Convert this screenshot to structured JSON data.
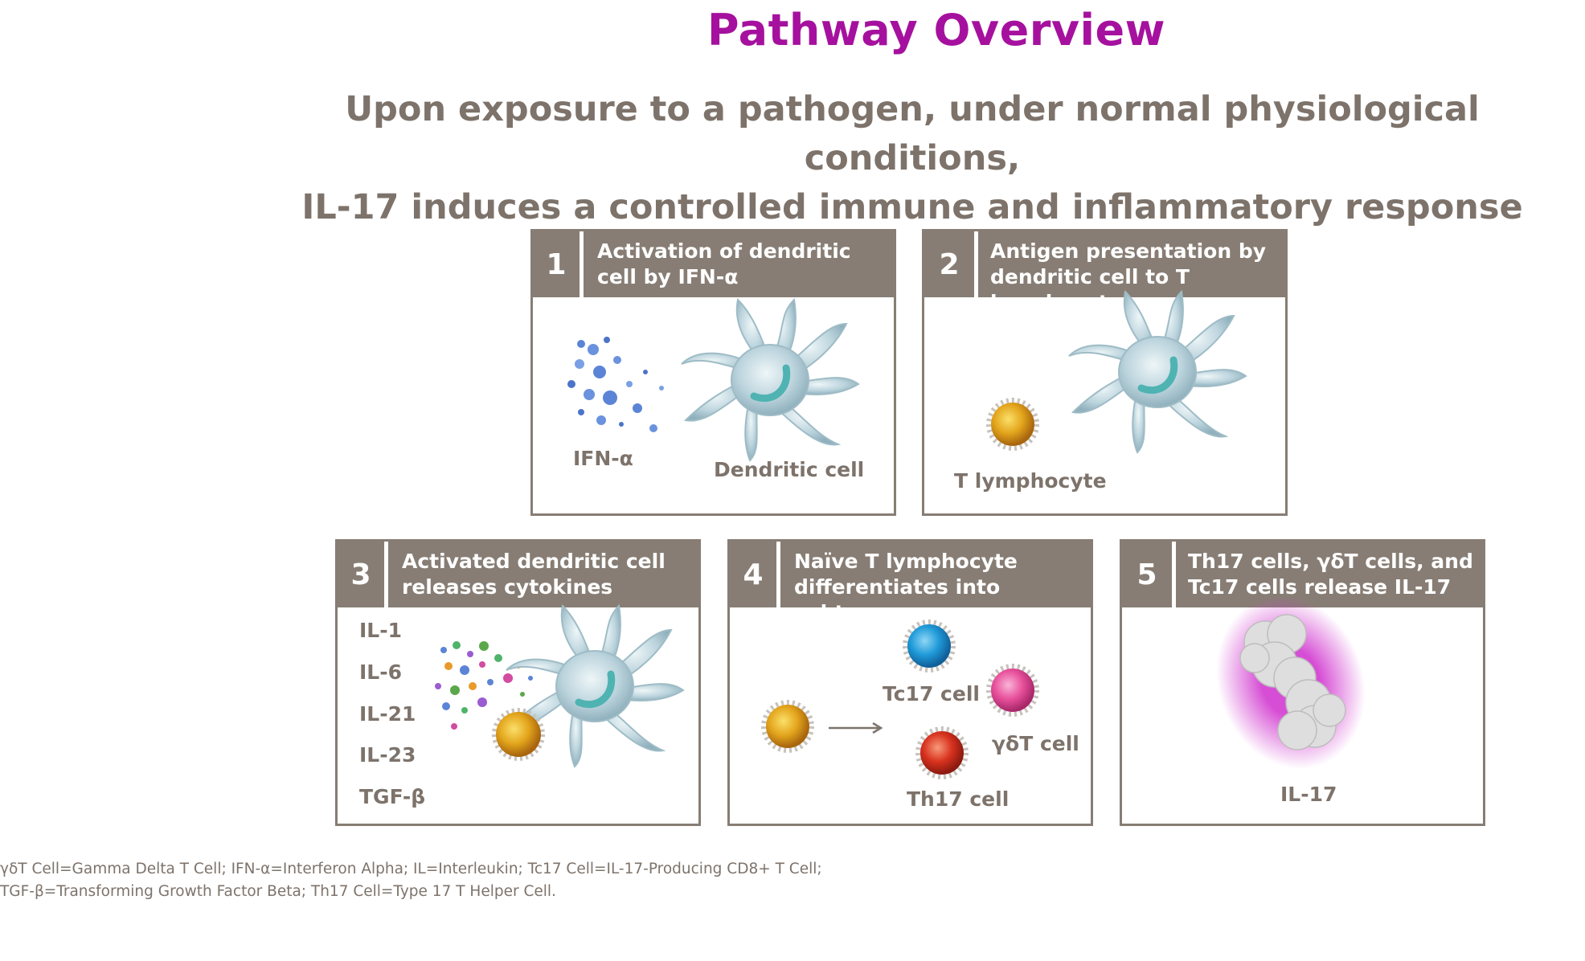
{
  "header": {
    "title": "Pathway Overview",
    "subtitle_line1": "Upon exposure to a pathogen, under normal physiological conditions,",
    "subtitle_line2": "IL-17 induces a controlled immune and inflammatory response"
  },
  "panels": [
    {
      "number": "1",
      "title": "Activation of dendritic\ncell by IFN-α",
      "labels": [
        "IFN-α",
        "Dendritic cell"
      ]
    },
    {
      "number": "2",
      "title": "Antigen presentation by\ndendritic cell to T lymphocyte",
      "labels": [
        "T lymphocyte"
      ]
    },
    {
      "number": "3",
      "title": "Activated dendritic cell\nreleases cytokines",
      "labels": [
        "IL-1",
        "IL-6",
        "IL-21",
        "IL-23",
        "TGF-β"
      ]
    },
    {
      "number": "4",
      "title": "Naïve T lymphocyte\ndifferentiates into subtype",
      "labels": [
        "Tc17 cell",
        "γδT cell",
        "Th17 cell"
      ]
    },
    {
      "number": "5",
      "title": "Th17 cells, γδT cells, and\nTc17 cells release IL-17",
      "labels": [
        "IL-17"
      ]
    }
  ],
  "footnote": {
    "line1": "γδT Cell=Gamma Delta T Cell; IFN-α=Interferon Alpha; IL=Interleukin; Tc17 Cell=IL-17-Producing CD8+ T Cell;",
    "line2": "TGF-β=Transforming Growth Factor Beta; Th17 Cell=Type 17 T Helper Cell."
  },
  "colors": {
    "title": "#a5119e",
    "text": "#7d736b",
    "panel_header": "#877d74",
    "dendritic_cell": "#b9d3dc",
    "t_lymphocyte": "#e3a51c",
    "tc17_cell": "#1f9ad8",
    "gd_t_cell": "#e8509b",
    "th17_cell": "#d8321e",
    "il17_glow": "#d23ad0"
  },
  "icons": [
    "dendritic-cell-icon",
    "ifn-alpha-particles-icon",
    "t-lymphocyte-icon",
    "cytokine-particles-icon",
    "tc17-cell-icon",
    "gamma-delta-t-cell-icon",
    "th17-cell-icon",
    "differentiation-arrow-icon",
    "il17-molecule-icon"
  ]
}
